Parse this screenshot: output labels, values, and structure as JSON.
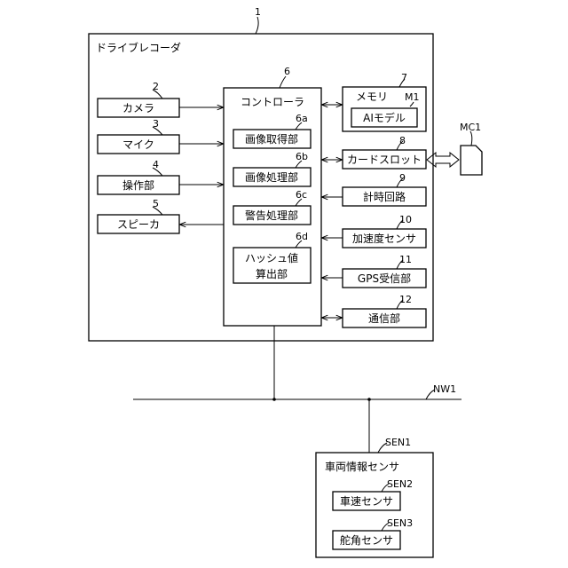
{
  "recorder": {
    "ref": "1",
    "title": "ドライブレコーダ"
  },
  "camera": {
    "ref": "2",
    "label": "カメラ"
  },
  "mic": {
    "ref": "3",
    "label": "マイク"
  },
  "operation": {
    "ref": "4",
    "label": "操作部"
  },
  "speaker": {
    "ref": "5",
    "label": "スピーカ"
  },
  "controller": {
    "ref": "6",
    "label": "コントローラ",
    "units": [
      {
        "ref": "6a",
        "label": "画像取得部"
      },
      {
        "ref": "6b",
        "label": "画像処理部"
      },
      {
        "ref": "6c",
        "label": "警告処理部"
      }
    ],
    "hash": {
      "ref": "6d",
      "line1": "ハッシュ値",
      "line2": "算出部"
    }
  },
  "memory": {
    "ref": "7",
    "label": "メモリ",
    "model_ref": "M1",
    "model_label": "AIモデル"
  },
  "card_slot": {
    "ref": "8",
    "label": "カードスロット"
  },
  "timer": {
    "ref": "9",
    "label": "計時回路"
  },
  "accel": {
    "ref": "10",
    "label": "加速度センサ"
  },
  "gps": {
    "ref": "11",
    "label": "GPS受信部"
  },
  "comm": {
    "ref": "12",
    "label": "通信部"
  },
  "memory_card": {
    "ref": "MC1"
  },
  "network": {
    "ref": "NW1"
  },
  "vehicle_sensor": {
    "ref": "SEN1",
    "label": "車両情報センサ",
    "speed": {
      "ref": "SEN2",
      "label": "車速センサ"
    },
    "steering": {
      "ref": "SEN3",
      "label": "舵角センサ"
    }
  }
}
